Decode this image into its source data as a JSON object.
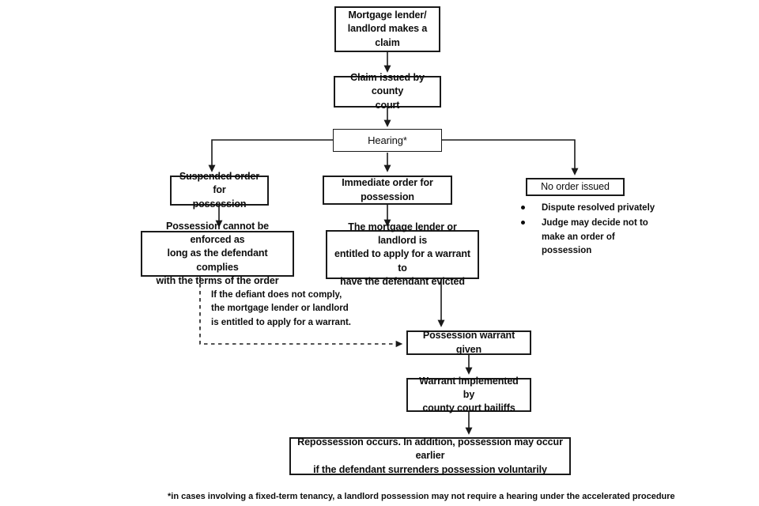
{
  "chart_data": {
    "type": "diagram",
    "title": "Mortgage / landlord possession claim process",
    "nodes": [
      {
        "id": "claim",
        "label": "Mortgage lender/\nlandlord makes a\nclaim"
      },
      {
        "id": "issued",
        "label": "Claim issued by county\ncourt"
      },
      {
        "id": "hearing",
        "label": "Hearing*"
      },
      {
        "id": "suspended",
        "label": "Suspended order for\npossession"
      },
      {
        "id": "immediate",
        "label": "Immediate order for\npossession"
      },
      {
        "id": "noorder",
        "label": "No order issued"
      },
      {
        "id": "cannot_enforce",
        "label": "Possession cannot be enforced as\nlong as the defendant complies\nwith the terms of the order"
      },
      {
        "id": "entitled",
        "label": "The mortgage lender or landlord is\nentitled to apply for a warrant to\nhave the defendant evicted"
      },
      {
        "id": "warrant_given",
        "label": "Possession warrant given"
      },
      {
        "id": "warrant_implemented",
        "label": "Warrant implemented by\ncounty court bailiffs"
      },
      {
        "id": "repossession",
        "label": "Repossession occurs. In addition, possession may occur earlier\nif the defendant surrenders possession voluntarily"
      }
    ],
    "edges": [
      {
        "from": "claim",
        "to": "issued",
        "style": "solid"
      },
      {
        "from": "issued",
        "to": "hearing",
        "style": "solid"
      },
      {
        "from": "hearing",
        "to": "suspended",
        "style": "solid"
      },
      {
        "from": "hearing",
        "to": "immediate",
        "style": "solid"
      },
      {
        "from": "hearing",
        "to": "noorder",
        "style": "solid"
      },
      {
        "from": "suspended",
        "to": "cannot_enforce",
        "style": "solid"
      },
      {
        "from": "immediate",
        "to": "entitled",
        "style": "solid"
      },
      {
        "from": "entitled",
        "to": "warrant_given",
        "style": "solid"
      },
      {
        "from": "cannot_enforce",
        "to": "warrant_given",
        "style": "dashed",
        "label": "If the defiant does not comply,\nthe mortgage lender or landlord\nis entitled to apply for a warrant."
      },
      {
        "from": "warrant_given",
        "to": "warrant_implemented",
        "style": "solid"
      },
      {
        "from": "warrant_implemented",
        "to": "repossession",
        "style": "solid"
      }
    ],
    "annotations": {
      "dashed_edge_note": "If the defiant does not comply,\nthe mortgage lender or landlord\nis entitled to apply for a warrant.",
      "no_order_bullets": [
        "Dispute resolved privately",
        "Judge may decide not to make an order of possession"
      ],
      "footnote": "*in cases involving a fixed-term tenancy, a landlord possession may not require a hearing under the accelerated procedure"
    },
    "colors": {
      "stroke": "#1a1a1a",
      "text": "#0d0d0d",
      "background": "#ffffff"
    }
  },
  "nodes": {
    "claim": "Mortgage lender/\nlandlord makes a\nclaim",
    "issued": "Claim issued by county\ncourt",
    "hearing": "Hearing*",
    "suspended": "Suspended order for\npossession",
    "immediate": "Immediate order for\npossession",
    "noorder": "No order issued",
    "cannot_enforce": "Possession cannot be enforced as\nlong as the defendant complies\nwith the terms of the order",
    "entitled": "The mortgage lender or landlord is\nentitled to apply for a warrant to\nhave the defendant evicted",
    "warrant_given": "Possession warrant given",
    "warrant_implemented": "Warrant implemented by\ncounty court bailiffs",
    "repossession": "Repossession occurs. In addition, possession may occur earlier\nif the defendant surrenders possession voluntarily"
  },
  "annotations": {
    "dashed_note": "If the defiant does not comply,\nthe mortgage lender or landlord\nis entitled to apply for a warrant.",
    "bullet_1": "Dispute resolved privately",
    "bullet_2": "Judge may decide not to make an order of possession",
    "footnote": "*in cases involving a fixed-term tenancy, a landlord possession may not require a hearing under the accelerated procedure"
  }
}
